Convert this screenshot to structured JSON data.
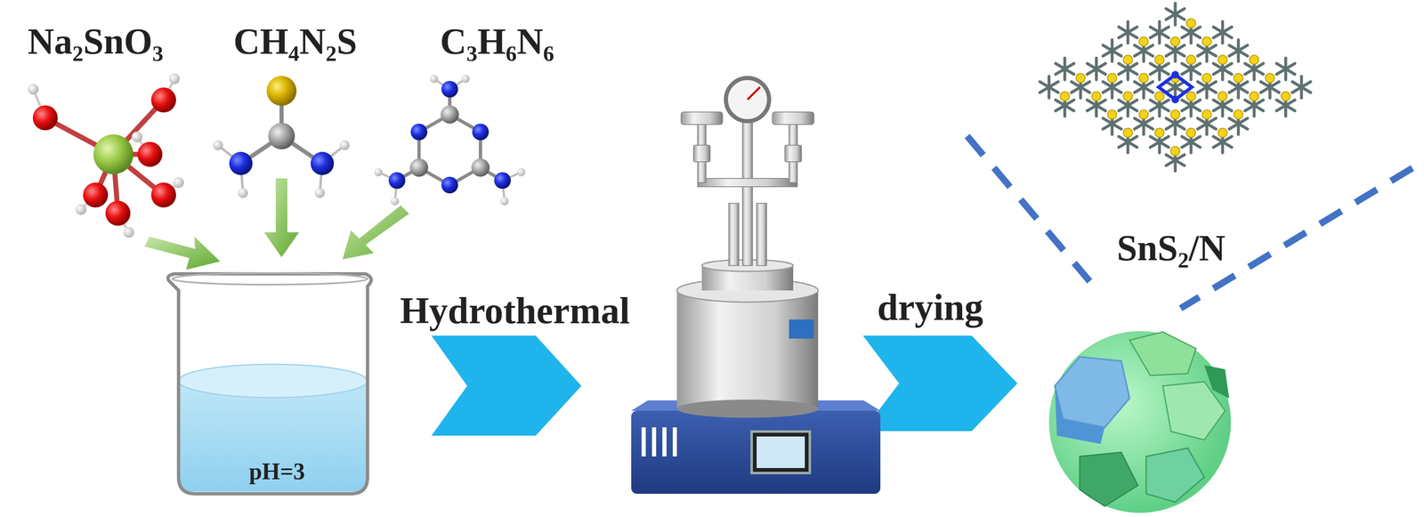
{
  "diagram": {
    "labels": [
      "Na₂SnO₃",
      "CH₄N₂S",
      "C₃H₆N₆",
      "pH=3",
      "Hydrothermal",
      "drying",
      "SnS₂/N"
    ]
  }
}
